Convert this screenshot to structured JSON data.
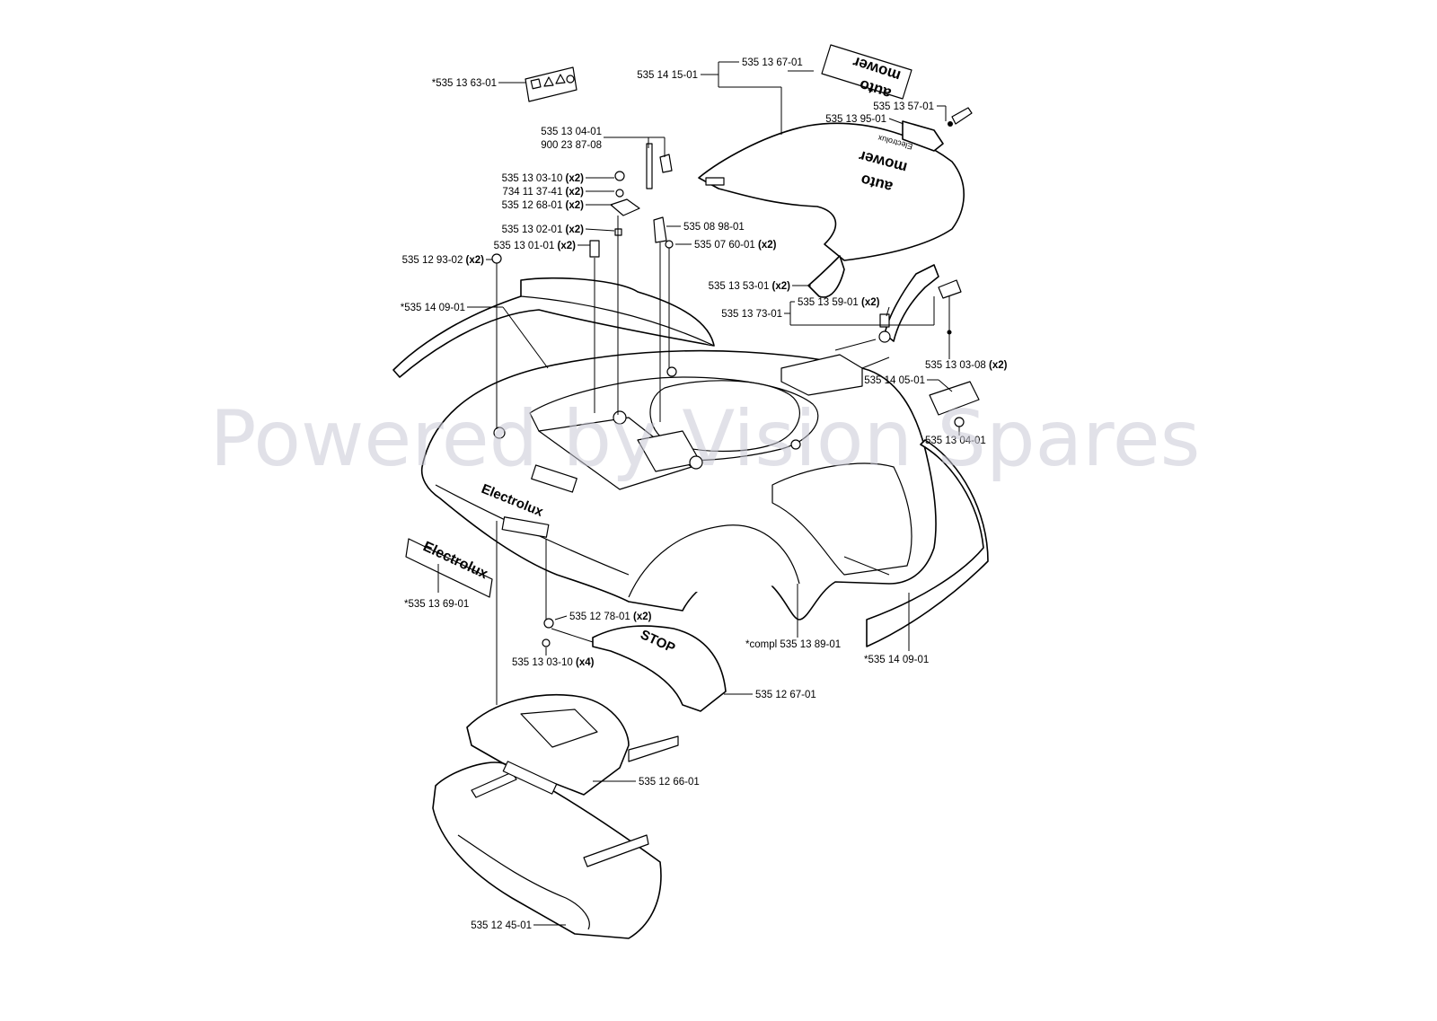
{
  "watermark": "Powered by Vision Spares",
  "labels": {
    "l_136301": [
      "*535 13 63-01",
      ""
    ],
    "l_141501": [
      "535 14 15-01",
      ""
    ],
    "l_136701": [
      "535 13 67-01",
      ""
    ],
    "l_135701": [
      "535 13 57-01",
      ""
    ],
    "l_139501": [
      "535 13 95-01",
      ""
    ],
    "l_130401a": [
      "535 13 04-01",
      ""
    ],
    "l_238708": [
      "900 23 87-08",
      ""
    ],
    "l_130310a": [
      "535 13 03-10 ",
      "(x2)"
    ],
    "l_113741": [
      "734 11 37-41 ",
      "(x2)"
    ],
    "l_126801": [
      "535 12 68-01 ",
      "(x2)"
    ],
    "l_130201": [
      "535 13 02-01 ",
      "(x2)"
    ],
    "l_130101": [
      "535 13 01-01 ",
      "(x2)"
    ],
    "l_089801": [
      "535 08 98-01",
      ""
    ],
    "l_076001": [
      "535 07 60-01 ",
      "(x2)"
    ],
    "l_129302": [
      "535 12 93-02 ",
      "(x2)"
    ],
    "l_140901a": [
      "*535 14 09-01",
      ""
    ],
    "l_135301": [
      "535 13 53-01 ",
      "(x2)"
    ],
    "l_137301": [
      "535 13 73-01",
      ""
    ],
    "l_135901": [
      "535 13 59-01 ",
      "(x2)"
    ],
    "l_130308": [
      "535 13 03-08 ",
      "(x2)"
    ],
    "l_140501": [
      "535 14 05-01",
      ""
    ],
    "l_130401b": [
      "535 13 04-01",
      ""
    ],
    "l_136901": [
      "*535 13 69-01",
      ""
    ],
    "l_127801": [
      "535 12 78-01 ",
      "(x2)"
    ],
    "l_130310b": [
      "535 13 03-10 ",
      "(x4)"
    ],
    "l_138901": [
      "*compl 535 13 89-01",
      ""
    ],
    "l_140901b": [
      "*535 14 09-01",
      ""
    ],
    "l_126701": [
      "535 12 67-01",
      ""
    ],
    "l_126601": [
      "535 12 66-01",
      ""
    ],
    "l_124501": [
      "535 12 45-01",
      ""
    ]
  },
  "decals": {
    "brand": "Electrolux",
    "brand_small": "Electrolux",
    "product_line1": "auto",
    "product_line2": "mower",
    "stop": "STOP"
  }
}
